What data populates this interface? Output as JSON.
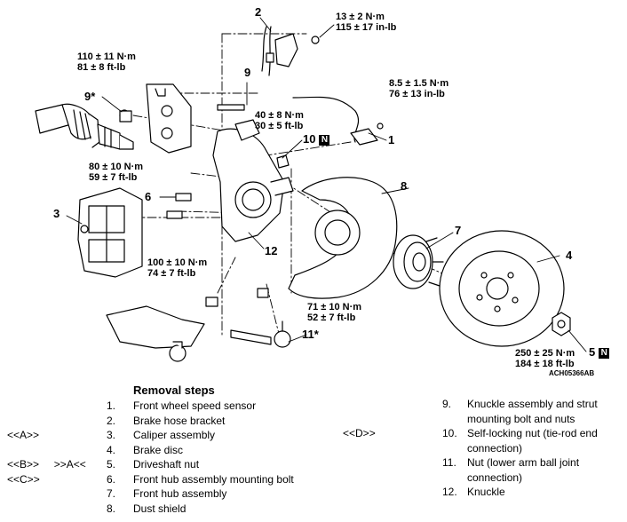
{
  "diagram": {
    "code": "ACH05366AB",
    "torques": {
      "t2": [
        "13 ± 2 N·m",
        "115 ± 17 in-lb"
      ],
      "t9a": [
        "110 ± 11 N·m",
        "81 ± 8 ft-lb"
      ],
      "t1": [
        "8.5 ± 1.5 N·m",
        "76 ± 13 in-lb"
      ],
      "t10": [
        "40 ± 8 N·m",
        "30 ± 5 ft-lb"
      ],
      "t6": [
        "80 ± 10 N·m",
        "59 ± 7 ft-lb"
      ],
      "t12": [
        "100 ± 10 N·m",
        "74 ± 7 ft-lb"
      ],
      "t11": [
        "71 ± 10 N·m",
        "52 ± 7 ft-lb"
      ],
      "t5": [
        "250 ± 25 N·m",
        "184 ± 18 ft-lb"
      ]
    },
    "labels": {
      "p1": "1",
      "p2": "2",
      "p3": "3",
      "p4": "4",
      "p5": "5",
      "p6": "6",
      "p7": "7",
      "p8": "8",
      "p9": "9",
      "p9s": "9*",
      "p10": "10",
      "p11": "11*",
      "p12": "12",
      "n": "N"
    }
  },
  "steps": {
    "heading": "Removal steps",
    "left": [
      {
        "tag": "",
        "num": "1.",
        "text": "Front wheel speed sensor"
      },
      {
        "tag": "",
        "num": "2.",
        "text": "Brake hose bracket"
      },
      {
        "tag": "<<A>>",
        "num": "3.",
        "text": "Caliper assembly"
      },
      {
        "tag": "",
        "num": "4.",
        "text": "Brake disc"
      },
      {
        "tag": "<<B>>     >>A<<",
        "num": "5.",
        "text": "Driveshaft nut"
      },
      {
        "tag": "<<C>>",
        "num": "6.",
        "text": "Front hub assembly mounting bolt"
      },
      {
        "tag": "",
        "num": "7.",
        "text": "Front hub assembly"
      },
      {
        "tag": "",
        "num": "8.",
        "text": "Dust shield"
      }
    ],
    "right": [
      {
        "tag": "",
        "num": "9.",
        "line1": "Knuckle assembly and strut",
        "line2": "mounting bolt and nuts"
      },
      {
        "tag": "<<D>>",
        "num": "10.",
        "line1": "Self-locking nut (tie-rod end",
        "line2": "connection)"
      },
      {
        "tag": "",
        "num": "11.",
        "line1": "Nut (lower arm ball joint",
        "line2": "connection)"
      },
      {
        "tag": "",
        "num": "12.",
        "line1": "Knuckle",
        "line2": ""
      }
    ]
  }
}
